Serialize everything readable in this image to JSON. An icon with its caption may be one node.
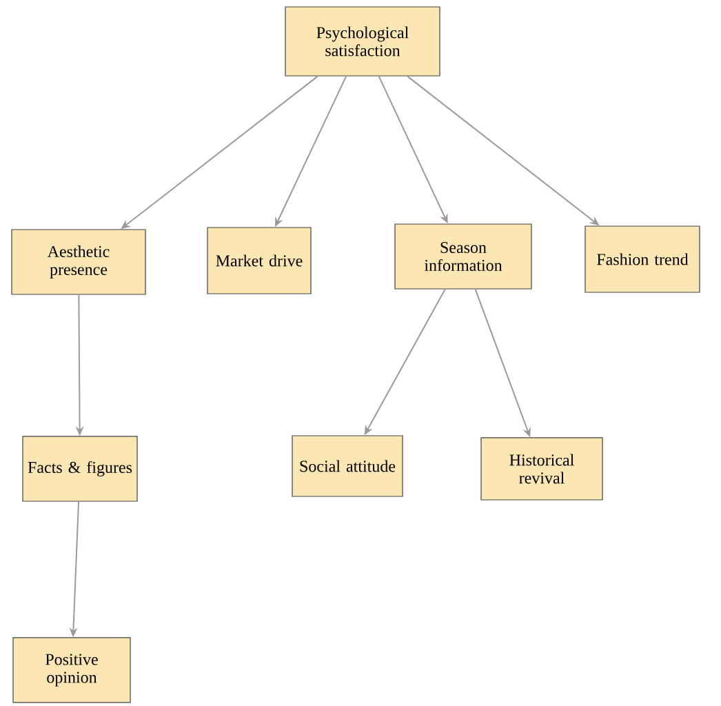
{
  "diagram": {
    "nodes": [
      {
        "text": [
          "Psychological satisfaction"
        ]
      },
      {
        "text": [
          "Aesthetic presence"
        ]
      },
      {
        "text": [
          "Market drive"
        ]
      },
      {
        "text": [
          "Season information"
        ]
      },
      {
        "text": [
          "Fashion trend"
        ]
      },
      {
        "text": [
          "Facts & figures"
        ]
      },
      {
        "text": [
          "Social attitude"
        ]
      },
      {
        "text": [
          "Historical revival"
        ]
      },
      {
        "text": [
          "Positive opinion"
        ]
      }
    ],
    "edges": [
      {
        "from": 0,
        "to": 1,
        "arrow": "to"
      },
      {
        "from": 0,
        "to": 2,
        "arrow": "to"
      },
      {
        "from": 0,
        "to": 3,
        "arrow": "to"
      },
      {
        "from": 0,
        "to": 4,
        "arrow": "to"
      },
      {
        "from": 3,
        "to": 6,
        "arrow": "to"
      },
      {
        "from": 3,
        "to": 7,
        "arrow": "to"
      },
      {
        "from": 1,
        "to": 5,
        "arrow": "to"
      },
      {
        "from": 5,
        "to": 8,
        "arrow": "to"
      }
    ]
  }
}
